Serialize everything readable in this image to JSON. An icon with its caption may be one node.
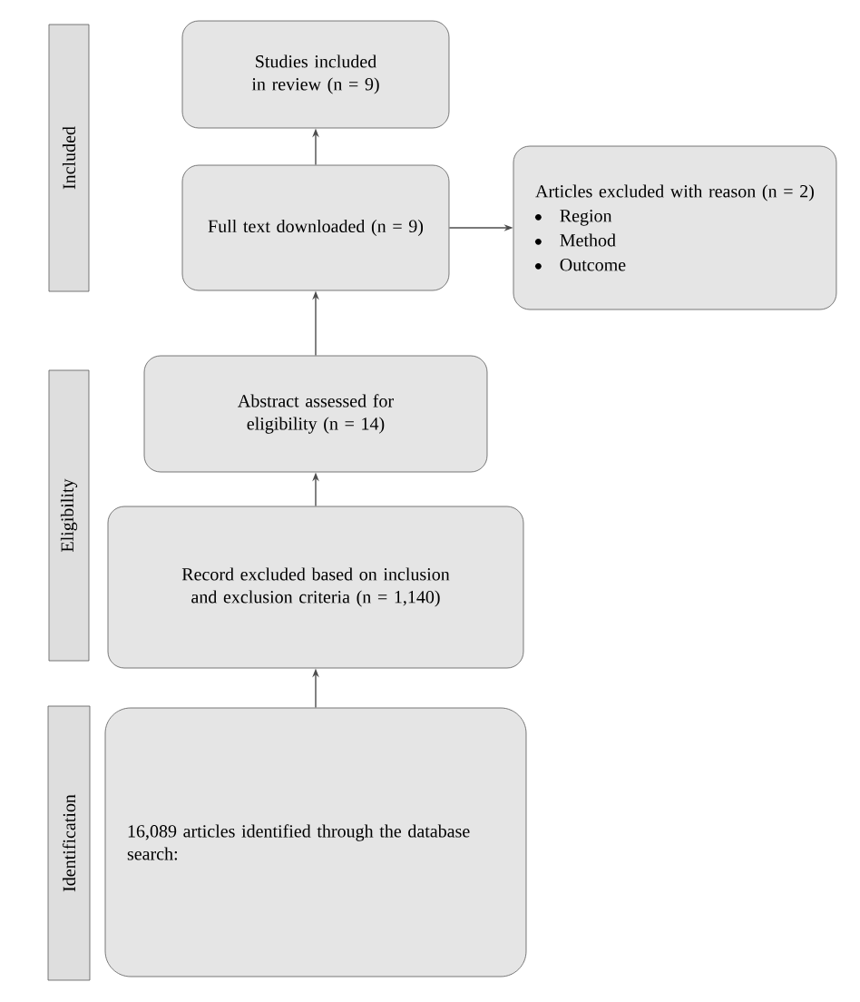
{
  "diagram": {
    "nodes": [
      {
        "text": [
          "Included"
        ]
      },
      {
        "text": [
          "Studies included in review (n = 9)"
        ]
      },
      {
        "text": [
          "Full text downloaded (n = 9)"
        ]
      },
      {
        "text": [
          "Articles excluded with reason (n = 2)",
          "Region",
          "Method",
          "Outcome"
        ]
      },
      {
        "text": [
          "Eligibility"
        ]
      },
      {
        "text": [
          "Abstract assessed for eligibility (n = 14)"
        ]
      },
      {
        "text": [
          "Record excluded based on inclusion and exclusion criteria (n = 1,140)"
        ]
      },
      {
        "text": [
          "Identification"
        ]
      },
      {
        "text": [
          "16,089 articles identified through the database search:"
        ]
      }
    ],
    "edges": [
      {
        "from": 8,
        "to": 6,
        "arrow": "to"
      },
      {
        "from": 6,
        "to": 5,
        "arrow": "to"
      },
      {
        "from": 5,
        "to": 2,
        "arrow": "to"
      },
      {
        "from": 2,
        "to": 1,
        "arrow": "to"
      },
      {
        "from": 2,
        "to": 3,
        "arrow": "to"
      }
    ]
  }
}
